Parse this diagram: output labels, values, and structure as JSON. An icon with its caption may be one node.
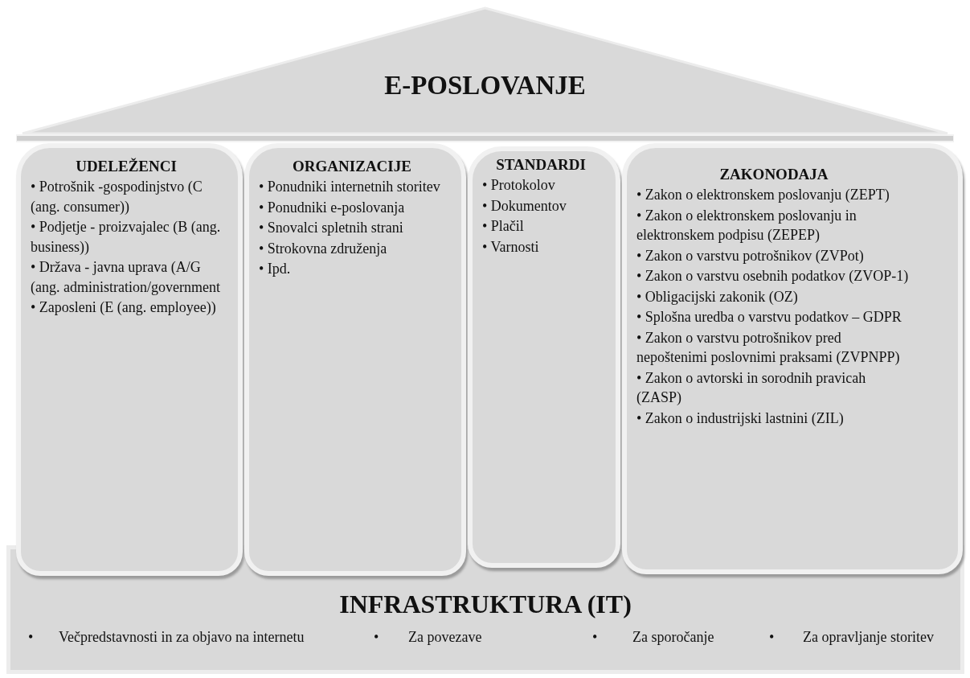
{
  "diagram": {
    "nodes": [
      {
        "text": [
          "E-POSLOVANJE"
        ]
      },
      {
        "text": [
          "UDELEŽENCI",
          "• Potrošnik -gospodinjstvo (C (ang. consumer))",
          "• Podjetje - proizvajalec (B (ang. business))",
          "• Država - javna uprava (A/G (ang. administration/government",
          "• Zaposleni (E (ang. employee))"
        ]
      },
      {
        "text": [
          "ORGANIZACIJE",
          "• Ponudniki internetnih storitev",
          "• Ponudniki e-poslovanja",
          "• Snovalci spletnih strani",
          "• Strokovna združenja",
          "• Ipd."
        ]
      },
      {
        "text": [
          "STANDARDI",
          "• Protokolov",
          "• Dokumentov",
          "• Plačil",
          "• Varnosti"
        ]
      },
      {
        "text": [
          "ZAKONODAJA",
          "• Zakon o elektronskem poslovanju (ZEPT)",
          "• Zakon o elektronskem poslovanju in elektronskem podpisu (ZEPEP)",
          "• Zakon o varstvu potrošnikov (ZVPot)",
          "• Zakon o varstvu osebnih podatkov (ZVOP-1)",
          "• Obligacijski zakonik (OZ)",
          "• Splošna uredba o varstvu podatkov – GDPR",
          "• Zakon o varstvu potrošnikov pred nepoštenimi poslovnimi praksami (ZVPNPP)",
          "• Zakon o avtorski in sorodnih pravicah (ZASP)",
          "• Zakon o industrijski lastnini (ZIL)"
        ]
      },
      {
        "text": [
          "INFRASTRUKTURA (IT)",
          "•",
          "Večpredstavnosti in za objavo na internetu",
          "•",
          "Za povezave",
          "•",
          "Za sporočanje",
          "•",
          "Za opravljanje storitev"
        ]
      }
    ]
  }
}
